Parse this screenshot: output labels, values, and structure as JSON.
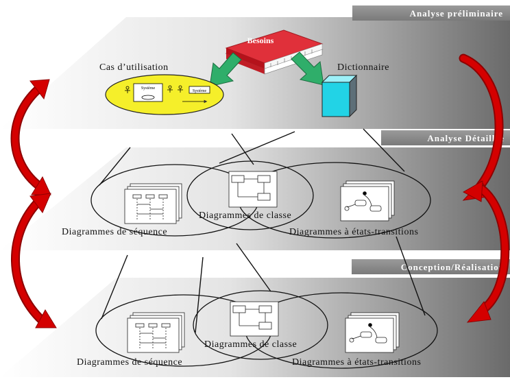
{
  "layers": {
    "preliminary": {
      "title": "Analyse préliminaire"
    },
    "detailed": {
      "title": "Analyse Détaillée"
    },
    "design": {
      "title": "Conception/Réalisation"
    }
  },
  "preliminary": {
    "book_label": "Besoins",
    "use_cases_label": "Cas d’utilisation",
    "dictionary_label": "Dictionnaire",
    "mini_system_label": "Système"
  },
  "detailed": {
    "sequence_label": "Diagrammes de séquence",
    "class_label": "Diagrammes de classe",
    "state_label": "Diagrammes à états-transitions"
  },
  "design": {
    "sequence_label": "Diagrammes de séquence",
    "class_label": "Diagrammes de classe",
    "state_label": "Diagrammes à états-transitions"
  },
  "colors": {
    "arrow_red": "#d40000",
    "arrow_green": "#2fae6a",
    "book_red": "#e0303a",
    "dictionary_cyan": "#22d3e6",
    "use_case_yellow": "#f5ef2a",
    "title_bar": "#8a8a8a"
  }
}
